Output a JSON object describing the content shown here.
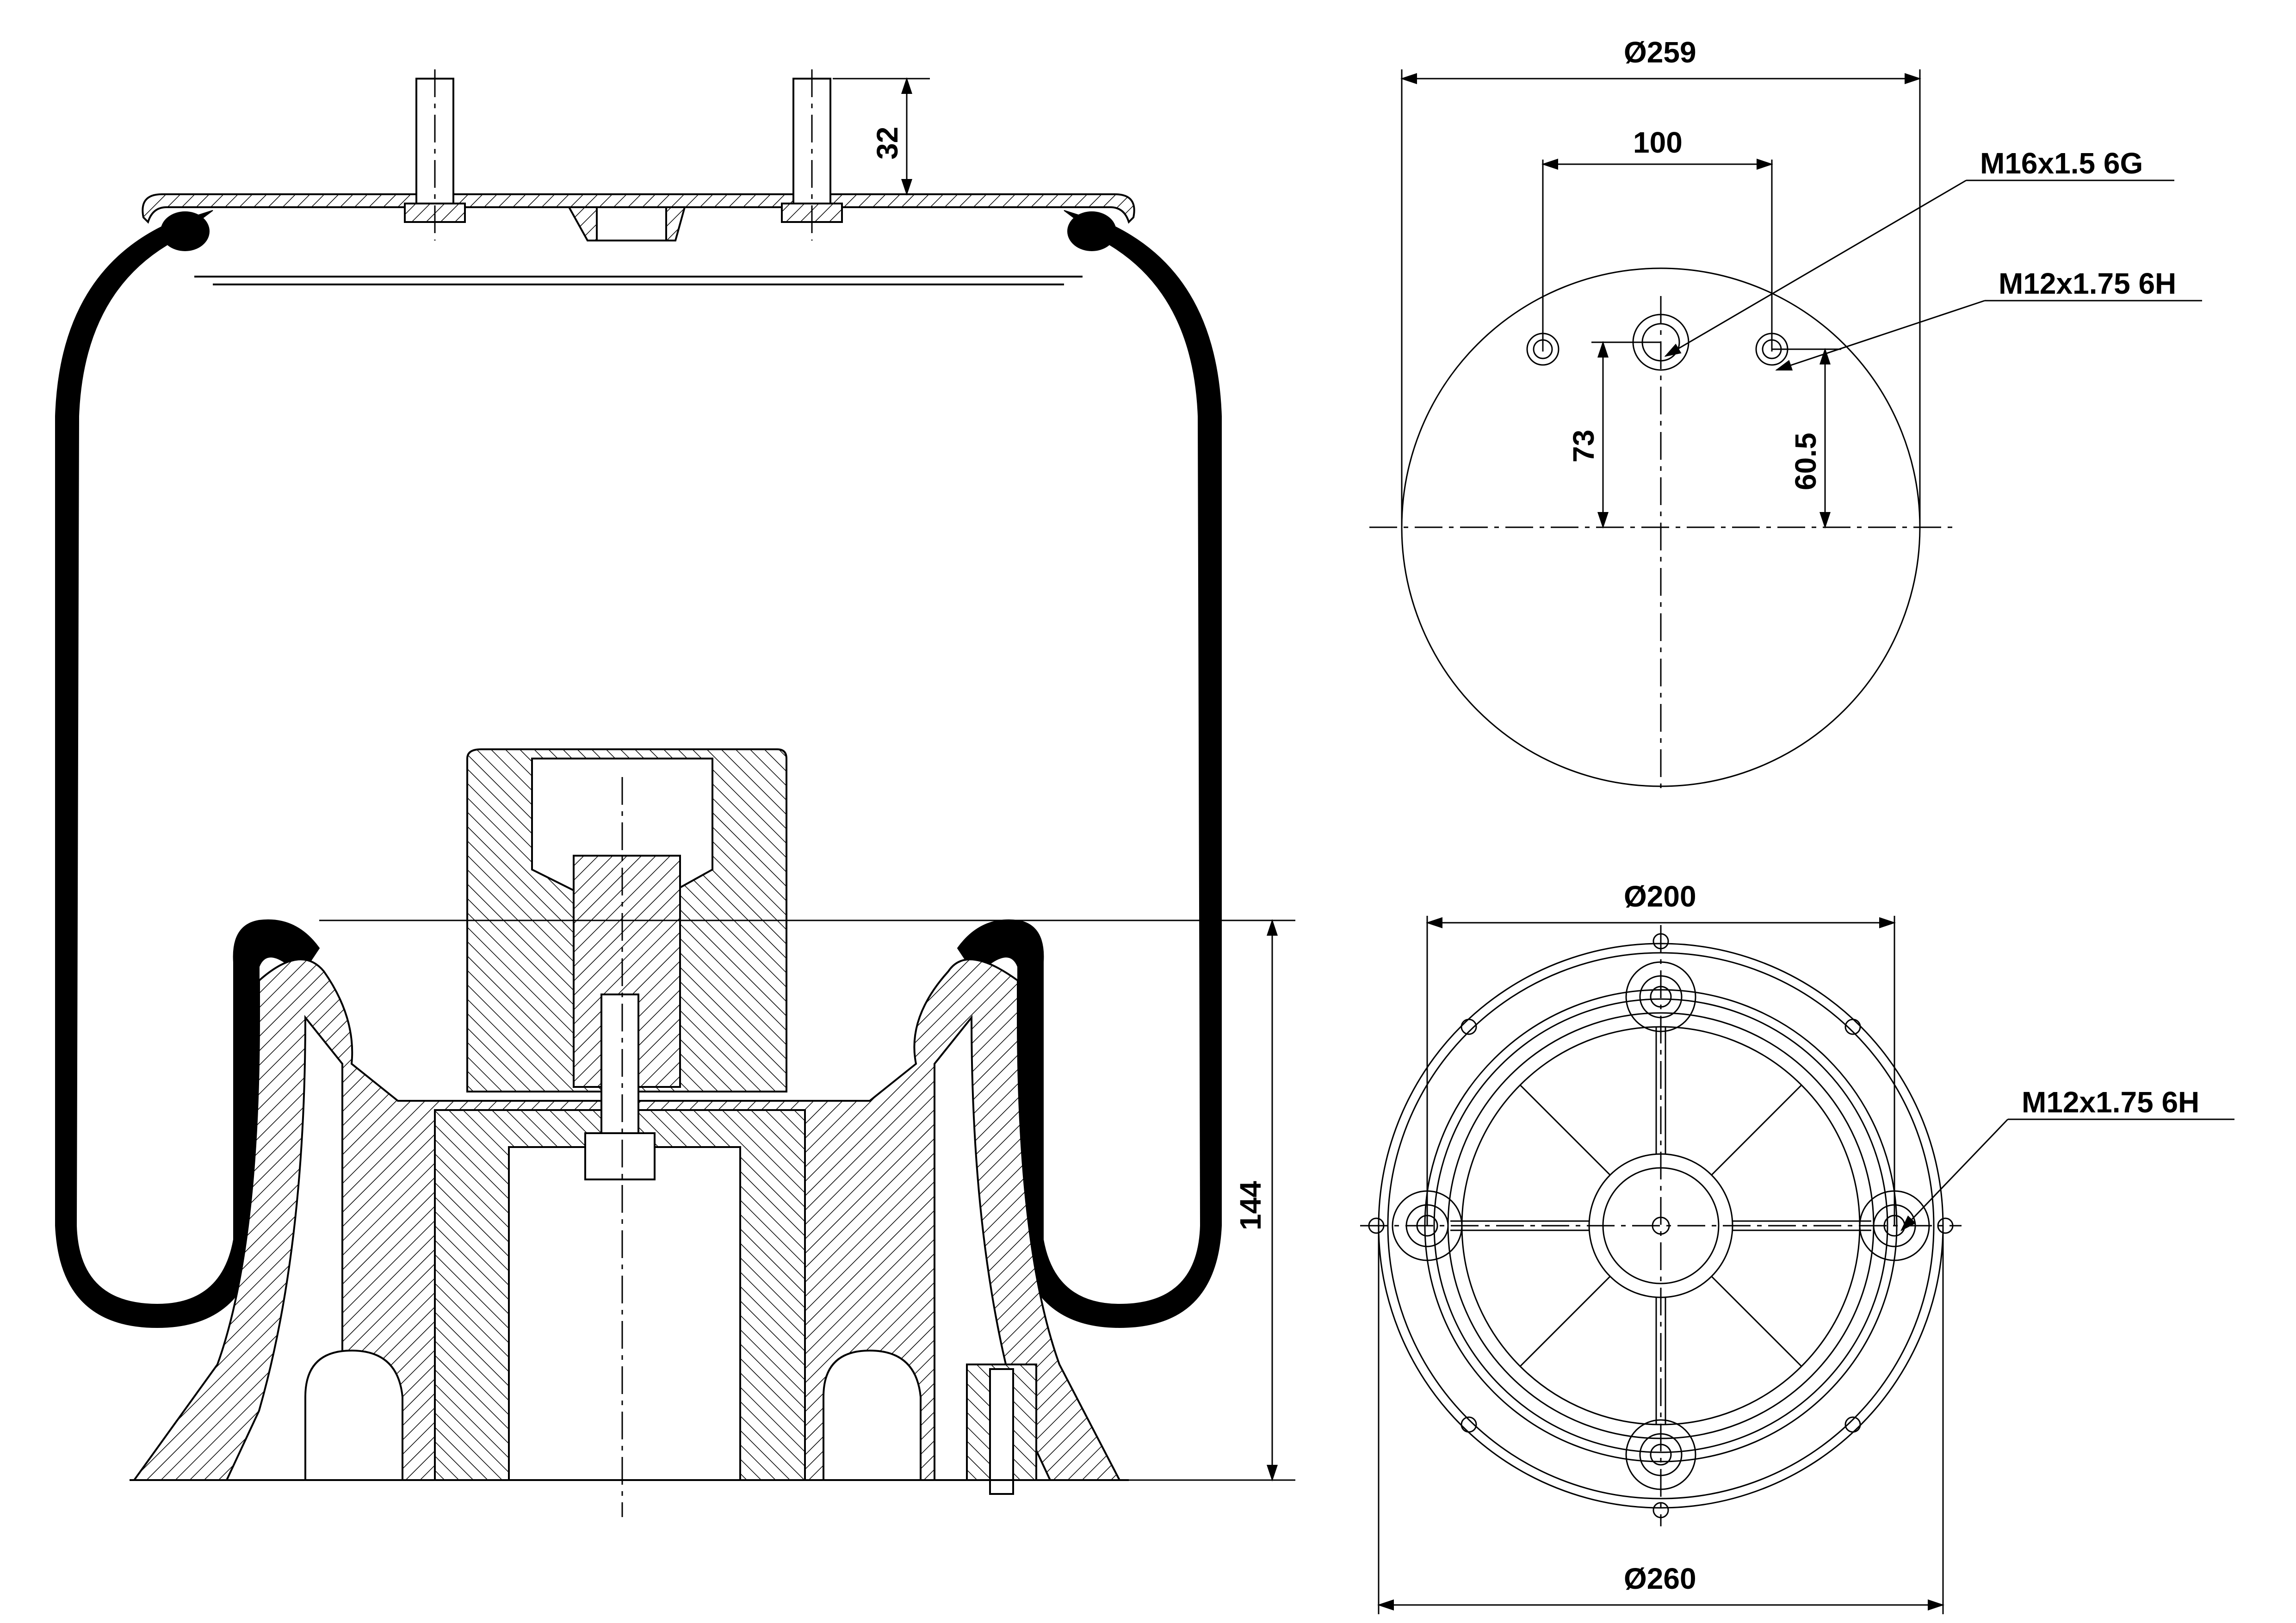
{
  "dimensions": {
    "top_stud_height": "32",
    "bellow_height": "144",
    "top_plate_diameter": "Ø259",
    "stud_spacing": "100",
    "center_thread": "M16x1.5 6G",
    "side_thread": "M12x1.75 6H",
    "center_offset": "73",
    "side_offset": "60.5",
    "piston_bolt_circle": "Ø200",
    "piston_thread": "M12x1.75 6H",
    "piston_diameter": "Ø260"
  }
}
